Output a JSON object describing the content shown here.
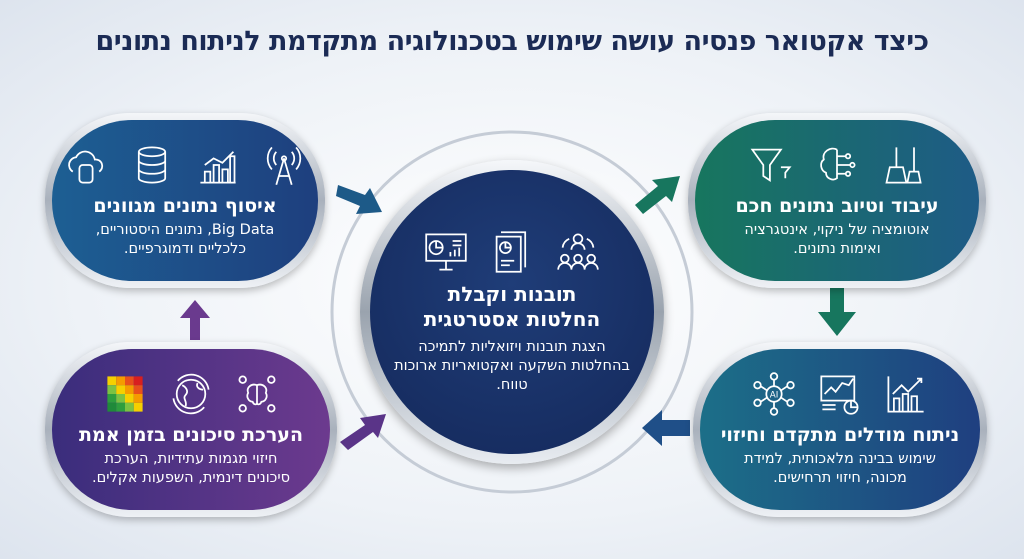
{
  "title": "כיצד אקטואר פנסיה עושה שימוש בטכנולוגיה מתקדמת לניתוח נתונים",
  "center": {
    "heading_line1": "תובנות וקבלת",
    "heading_line2": "החלטות אסטרטגית",
    "description": "הצגת תובנות ויזואליות לתמיכה בהחלטות השקעה ואקטואריות ארוכות טווח.",
    "icons": [
      "dashboard-monitor-icon",
      "report-document-icon",
      "team-decision-icon"
    ]
  },
  "steps": [
    {
      "heading": "איסוף נתונים מגוונים",
      "description": "Big Data, נתונים היסטוריים, כלכליים ודמוגרפיים.",
      "color": "#1d5f93",
      "icons": [
        "cloud-database-icon",
        "database-icon",
        "bar-chart-icon",
        "antenna-icon"
      ]
    },
    {
      "heading": "עיבוד וטיוב נתונים חכם",
      "description": "אוטומציה של ניקוי, אינטגרציה ואימות נתונים.",
      "color": "#17765e",
      "icons": [
        "funnel-icon",
        "brain-circuit-icon",
        "brush-icon"
      ]
    },
    {
      "heading": "הערכת סיכונים בזמן אמת",
      "description": "חיזוי מגמות עתידיות, הערכת סיכונים דינמית, השפעות אקלים.",
      "color": "#4e3385",
      "icons": [
        "risk-heatmap-icon",
        "globe-icon",
        "brain-network-icon"
      ]
    },
    {
      "heading": "ניתוח מודלים מתקדם וחיזוי",
      "description": "שימוש בבינה מלאכותית, למידת מכונה, חיזוי תרחישים.",
      "color": "#1c6f88",
      "icons": [
        "ai-network-icon",
        "analytics-screen-icon",
        "growth-chart-icon"
      ]
    }
  ]
}
